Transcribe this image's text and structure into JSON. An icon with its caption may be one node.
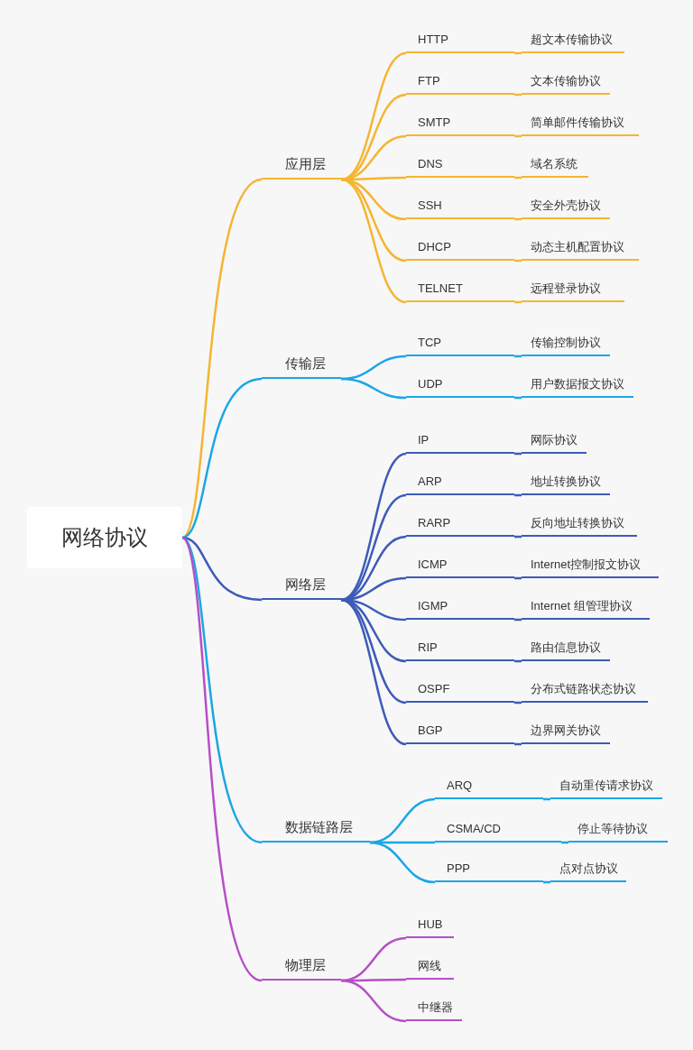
{
  "diagram": {
    "nodes": [
      {
        "text": [
          "网络协议"
        ]
      },
      {
        "text": [
          "应用层"
        ]
      },
      {
        "text": [
          "HTTP"
        ]
      },
      {
        "text": [
          "超文本传输协议"
        ]
      },
      {
        "text": [
          "FTP"
        ]
      },
      {
        "text": [
          "文本传输协议"
        ]
      },
      {
        "text": [
          "SMTP"
        ]
      },
      {
        "text": [
          "简单邮件传输协议"
        ]
      },
      {
        "text": [
          "DNS"
        ]
      },
      {
        "text": [
          "域名系统"
        ]
      },
      {
        "text": [
          "SSH"
        ]
      },
      {
        "text": [
          "安全外壳协议"
        ]
      },
      {
        "text": [
          "DHCP"
        ]
      },
      {
        "text": [
          "动态主机配置协议"
        ]
      },
      {
        "text": [
          "TELNET"
        ]
      },
      {
        "text": [
          "远程登录协议"
        ]
      },
      {
        "text": [
          "传输层"
        ]
      },
      {
        "text": [
          "TCP"
        ]
      },
      {
        "text": [
          "传输控制协议"
        ]
      },
      {
        "text": [
          "UDP"
        ]
      },
      {
        "text": [
          "用户数据报文协议"
        ]
      },
      {
        "text": [
          "网络层"
        ]
      },
      {
        "text": [
          "IP"
        ]
      },
      {
        "text": [
          "网际协议"
        ]
      },
      {
        "text": [
          "ARP"
        ]
      },
      {
        "text": [
          "地址转换协议"
        ]
      },
      {
        "text": [
          "RARP"
        ]
      },
      {
        "text": [
          "反向地址转换协议"
        ]
      },
      {
        "text": [
          "ICMP"
        ]
      },
      {
        "text": [
          "Internet控制报文协议"
        ]
      },
      {
        "text": [
          "IGMP"
        ]
      },
      {
        "text": [
          "Internet 组管理协议"
        ]
      },
      {
        "text": [
          "RIP"
        ]
      },
      {
        "text": [
          "路由信息协议"
        ]
      },
      {
        "text": [
          "OSPF"
        ]
      },
      {
        "text": [
          "分布式链路状态协议"
        ]
      },
      {
        "text": [
          "BGP"
        ]
      },
      {
        "text": [
          "边界网关协议"
        ]
      },
      {
        "text": [
          "数据链路层"
        ]
      },
      {
        "text": [
          "ARQ"
        ]
      },
      {
        "text": [
          "自动重传请求协议"
        ]
      },
      {
        "text": [
          "CSMA/CD"
        ]
      },
      {
        "text": [
          "停止等待协议"
        ]
      },
      {
        "text": [
          "PPP"
        ]
      },
      {
        "text": [
          "点对点协议"
        ]
      },
      {
        "text": [
          "物理层"
        ]
      },
      {
        "text": [
          "HUB"
        ]
      },
      {
        "text": [
          "网线"
        ]
      },
      {
        "text": [
          "中继器"
        ]
      }
    ],
    "edges": [
      {
        "from": 0,
        "to": 1,
        "arrow": "none",
        "color": "#f5b531"
      },
      {
        "from": 1,
        "to": 2,
        "arrow": "none",
        "color": "#f5b531"
      },
      {
        "from": 2,
        "to": 3,
        "arrow": "none",
        "color": "#f5b531"
      },
      {
        "from": 1,
        "to": 4,
        "arrow": "none",
        "color": "#f5b531"
      },
      {
        "from": 4,
        "to": 5,
        "arrow": "none",
        "color": "#f5b531"
      },
      {
        "from": 1,
        "to": 6,
        "arrow": "none",
        "color": "#f5b531"
      },
      {
        "from": 6,
        "to": 7,
        "arrow": "none",
        "color": "#f5b531"
      },
      {
        "from": 1,
        "to": 8,
        "arrow": "none",
        "color": "#f5b531"
      },
      {
        "from": 8,
        "to": 9,
        "arrow": "none",
        "color": "#f5b531"
      },
      {
        "from": 1,
        "to": 10,
        "arrow": "none",
        "color": "#f5b531"
      },
      {
        "from": 10,
        "to": 11,
        "arrow": "none",
        "color": "#f5b531"
      },
      {
        "from": 1,
        "to": 12,
        "arrow": "none",
        "color": "#f5b531"
      },
      {
        "from": 12,
        "to": 13,
        "arrow": "none",
        "color": "#f5b531"
      },
      {
        "from": 1,
        "to": 14,
        "arrow": "none",
        "color": "#f5b531"
      },
      {
        "from": 14,
        "to": 15,
        "arrow": "none",
        "color": "#f5b531"
      },
      {
        "from": 0,
        "to": 16,
        "arrow": "none",
        "color": "#1ba6e6"
      },
      {
        "from": 16,
        "to": 17,
        "arrow": "none",
        "color": "#1ba6e6"
      },
      {
        "from": 17,
        "to": 18,
        "arrow": "none",
        "color": "#1ba6e6"
      },
      {
        "from": 16,
        "to": 19,
        "arrow": "none",
        "color": "#1ba6e6"
      },
      {
        "from": 19,
        "to": 20,
        "arrow": "none",
        "color": "#1ba6e6"
      },
      {
        "from": 0,
        "to": 21,
        "arrow": "none"
      },
      {
        "from": 21,
        "to": 22,
        "arrow": "none"
      },
      {
        "from": 22,
        "to": 23,
        "arrow": "none"
      },
      {
        "from": 21,
        "to": 24,
        "arrow": "none"
      },
      {
        "from": 24,
        "to": 25,
        "arrow": "none"
      },
      {
        "from": 21,
        "to": 26,
        "arrow": "none"
      },
      {
        "from": 26,
        "to": 27,
        "arrow": "none"
      },
      {
        "from": 21,
        "to": 28,
        "arrow": "none"
      },
      {
        "from": 28,
        "to": 29,
        "arrow": "none"
      },
      {
        "from": 21,
        "to": 30,
        "arrow": "none"
      },
      {
        "from": 30,
        "to": 31,
        "arrow": "none"
      },
      {
        "from": 21,
        "to": 32,
        "arrow": "none"
      },
      {
        "from": 32,
        "to": 33,
        "arrow": "none"
      },
      {
        "from": 21,
        "to": 34,
        "arrow": "none"
      },
      {
        "from": 34,
        "to": 35,
        "arrow": "none"
      },
      {
        "from": 21,
        "to": 36,
        "arrow": "none"
      },
      {
        "from": 36,
        "to": 37,
        "arrow": "none"
      },
      {
        "from": 0,
        "to": 38,
        "arrow": "none",
        "color": "#1ba6e6"
      },
      {
        "from": 38,
        "to": 39,
        "arrow": "none",
        "color": "#1ba6e6"
      },
      {
        "from": 39,
        "to": 40,
        "arrow": "none",
        "color": "#1ba6e6"
      },
      {
        "from": 38,
        "to": 41,
        "arrow": "none",
        "color": "#1ba6e6"
      },
      {
        "from": 41,
        "to": 42,
        "arrow": "none",
        "color": "#1ba6e6"
      },
      {
        "from": 38,
        "to": 43,
        "arrow": "none",
        "color": "#1ba6e6"
      },
      {
        "from": 43,
        "to": 44,
        "arrow": "none",
        "color": "#1ba6e6"
      },
      {
        "from": 0,
        "to": 45,
        "arrow": "none",
        "color": "#b64fc6"
      },
      {
        "from": 45,
        "to": 46,
        "arrow": "none",
        "color": "#b64fc6"
      },
      {
        "from": 45,
        "to": 47,
        "arrow": "none",
        "color": "#b64fc6"
      },
      {
        "from": 45,
        "to": 48,
        "arrow": "none",
        "color": "#b64fc6"
      }
    ]
  }
}
